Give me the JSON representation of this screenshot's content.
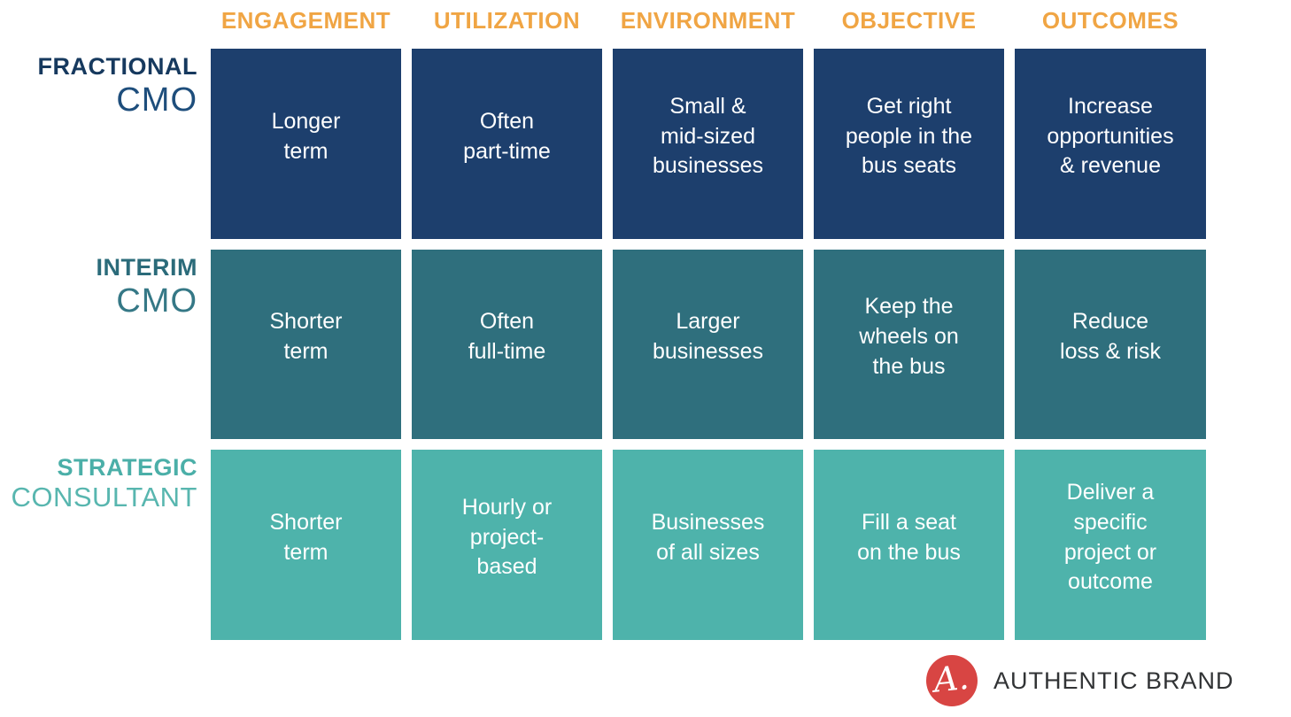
{
  "matrix": {
    "column_headers": [
      "ENGAGEMENT",
      "UTILIZATION",
      "ENVIRONMENT",
      "OBJECTIVE",
      "OUTCOMES"
    ],
    "rows": [
      {
        "label_primary": "FRACTIONAL",
        "label_secondary": "CMO",
        "cells": [
          "Longer\nterm",
          "Often\npart-time",
          "Small &\nmid-sized\nbusinesses",
          "Get right\npeople in the\nbus seats",
          "Increase\nopportunities\n& revenue"
        ]
      },
      {
        "label_primary": "INTERIM",
        "label_secondary": "CMO",
        "cells": [
          "Shorter\nterm",
          "Often\nfull-time",
          "Larger\nbusinesses",
          "Keep the\nwheels on\nthe bus",
          "Reduce\nloss & risk"
        ]
      },
      {
        "label_primary": "STRATEGIC",
        "label_secondary": "CONSULTANT",
        "cells": [
          "Shorter\nterm",
          "Hourly or\nproject-\nbased",
          "Businesses\nof all sizes",
          "Fill a seat\non the bus",
          "Deliver a\nspecific\nproject or\noutcome"
        ]
      }
    ]
  },
  "colors": {
    "header_orange": "#F0A544",
    "row1_navy": "#1D3F6D",
    "row2_teal": "#2F6F7D",
    "row3_teal_light": "#4EB3AB",
    "logo_red": "#D84543",
    "logo_text_dark": "#313335"
  },
  "logo": {
    "monogram": "A.",
    "name": "AUTHENTIC BRAND"
  }
}
